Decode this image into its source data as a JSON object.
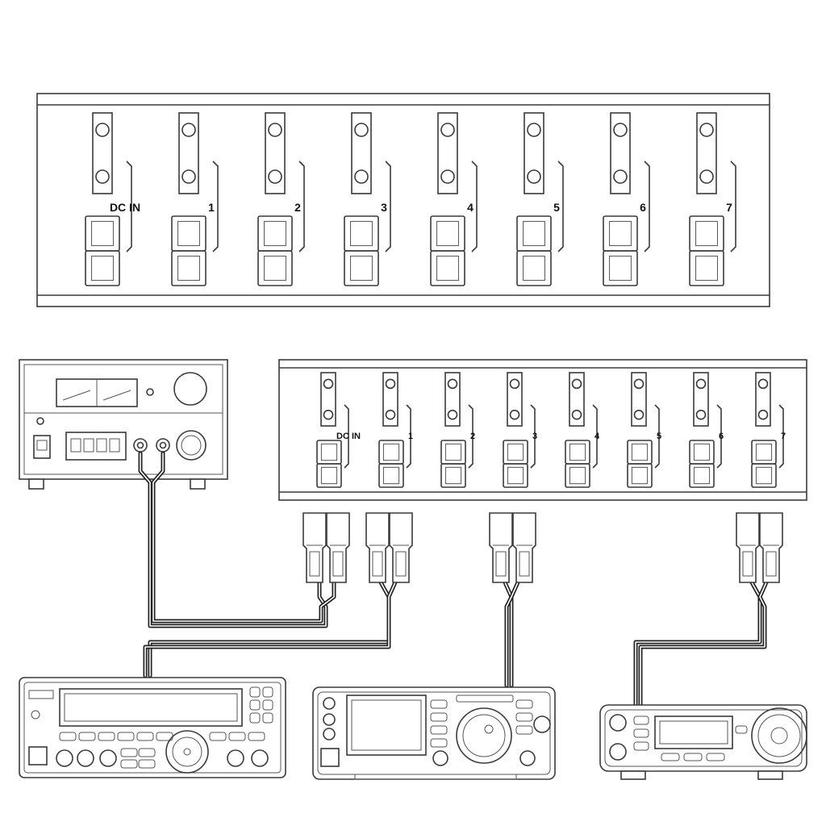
{
  "top_panel": {
    "ports": [
      "DC IN",
      "1",
      "2",
      "3",
      "4",
      "5",
      "6",
      "7"
    ]
  },
  "bottom_panel": {
    "ports": [
      "DC IN",
      "1",
      "2",
      "3",
      "4",
      "5",
      "6",
      "7"
    ]
  },
  "devices": {
    "power_supply": "power-supply",
    "radio_1": "hf-transceiver",
    "radio_2": "ft-991-transceiver",
    "radio_3": "mobile-transceiver"
  },
  "colors": {
    "line": "#3a3a3a",
    "cable": "#222222",
    "background": "#ffffff"
  }
}
